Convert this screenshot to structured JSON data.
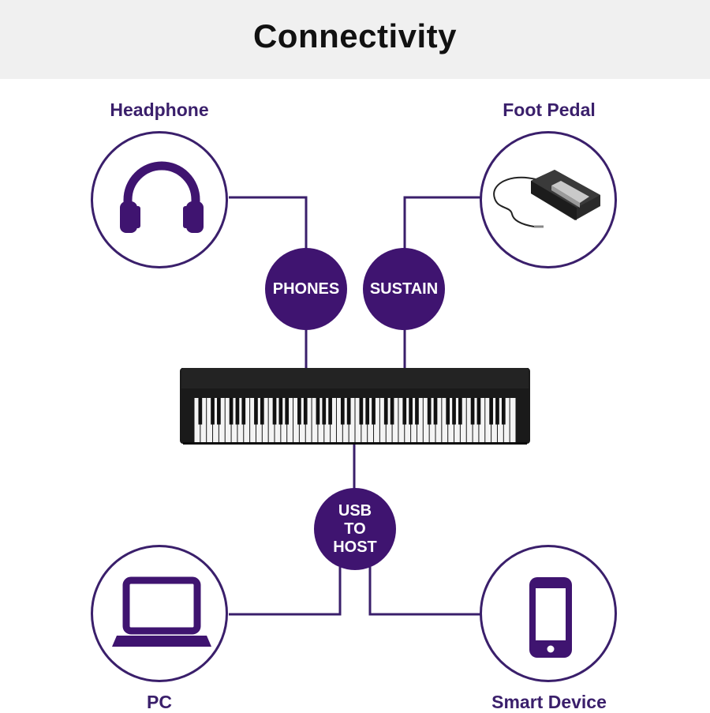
{
  "header": {
    "title": "Connectivity"
  },
  "devices": {
    "headphone": "Headphone",
    "foot_pedal": "Foot Pedal",
    "pc": "PC",
    "smart_device": "Smart Device"
  },
  "ports": {
    "phones": "PHONES",
    "sustain": "SUSTAIN",
    "usb_line1": "USB",
    "usb_line2": "TO",
    "usb_line3": "HOST"
  },
  "colors": {
    "accent": "#3f1470",
    "outline": "#3a1f6b",
    "banner": "#f0f0f0"
  },
  "icons": [
    "headphones-icon",
    "foot-pedal-image",
    "laptop-icon",
    "smartphone-icon",
    "digital-piano-image"
  ]
}
